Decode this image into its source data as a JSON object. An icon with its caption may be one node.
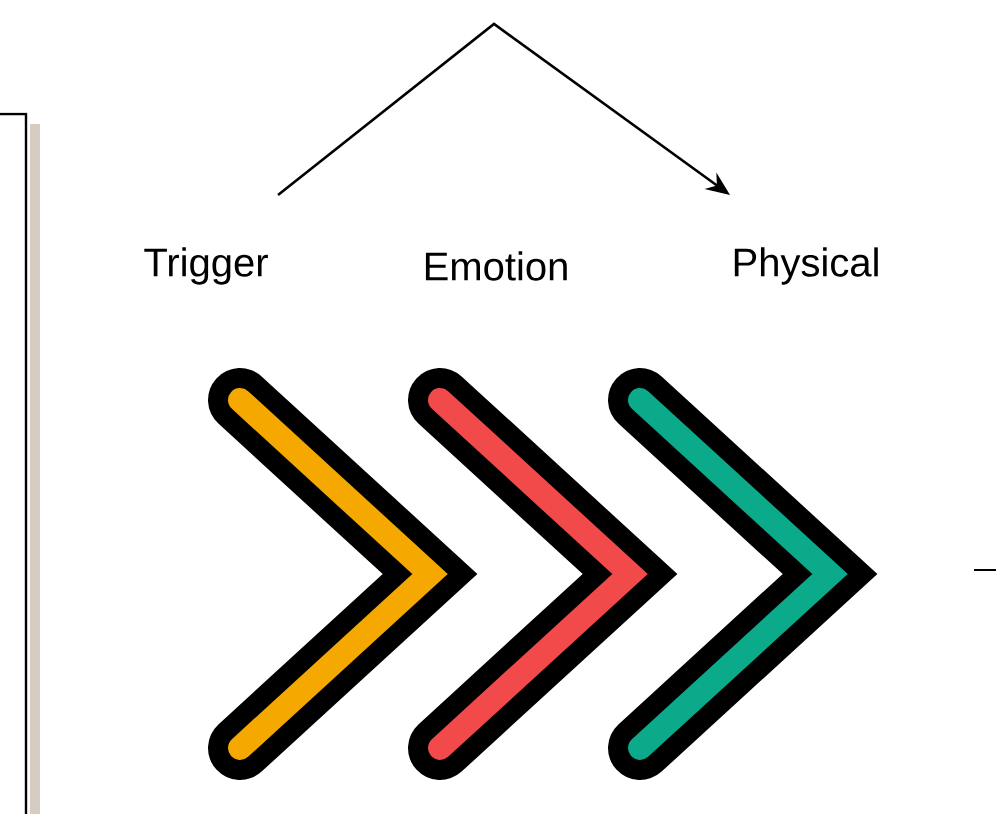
{
  "diagram": {
    "nodes": [
      {
        "text": [
          "Trigger"
        ]
      },
      {
        "text": [
          "Emotion"
        ]
      },
      {
        "text": [
          "Physical"
        ]
      }
    ],
    "edges": [
      {
        "from": 0,
        "to": 2,
        "arrow": "to"
      }
    ]
  }
}
